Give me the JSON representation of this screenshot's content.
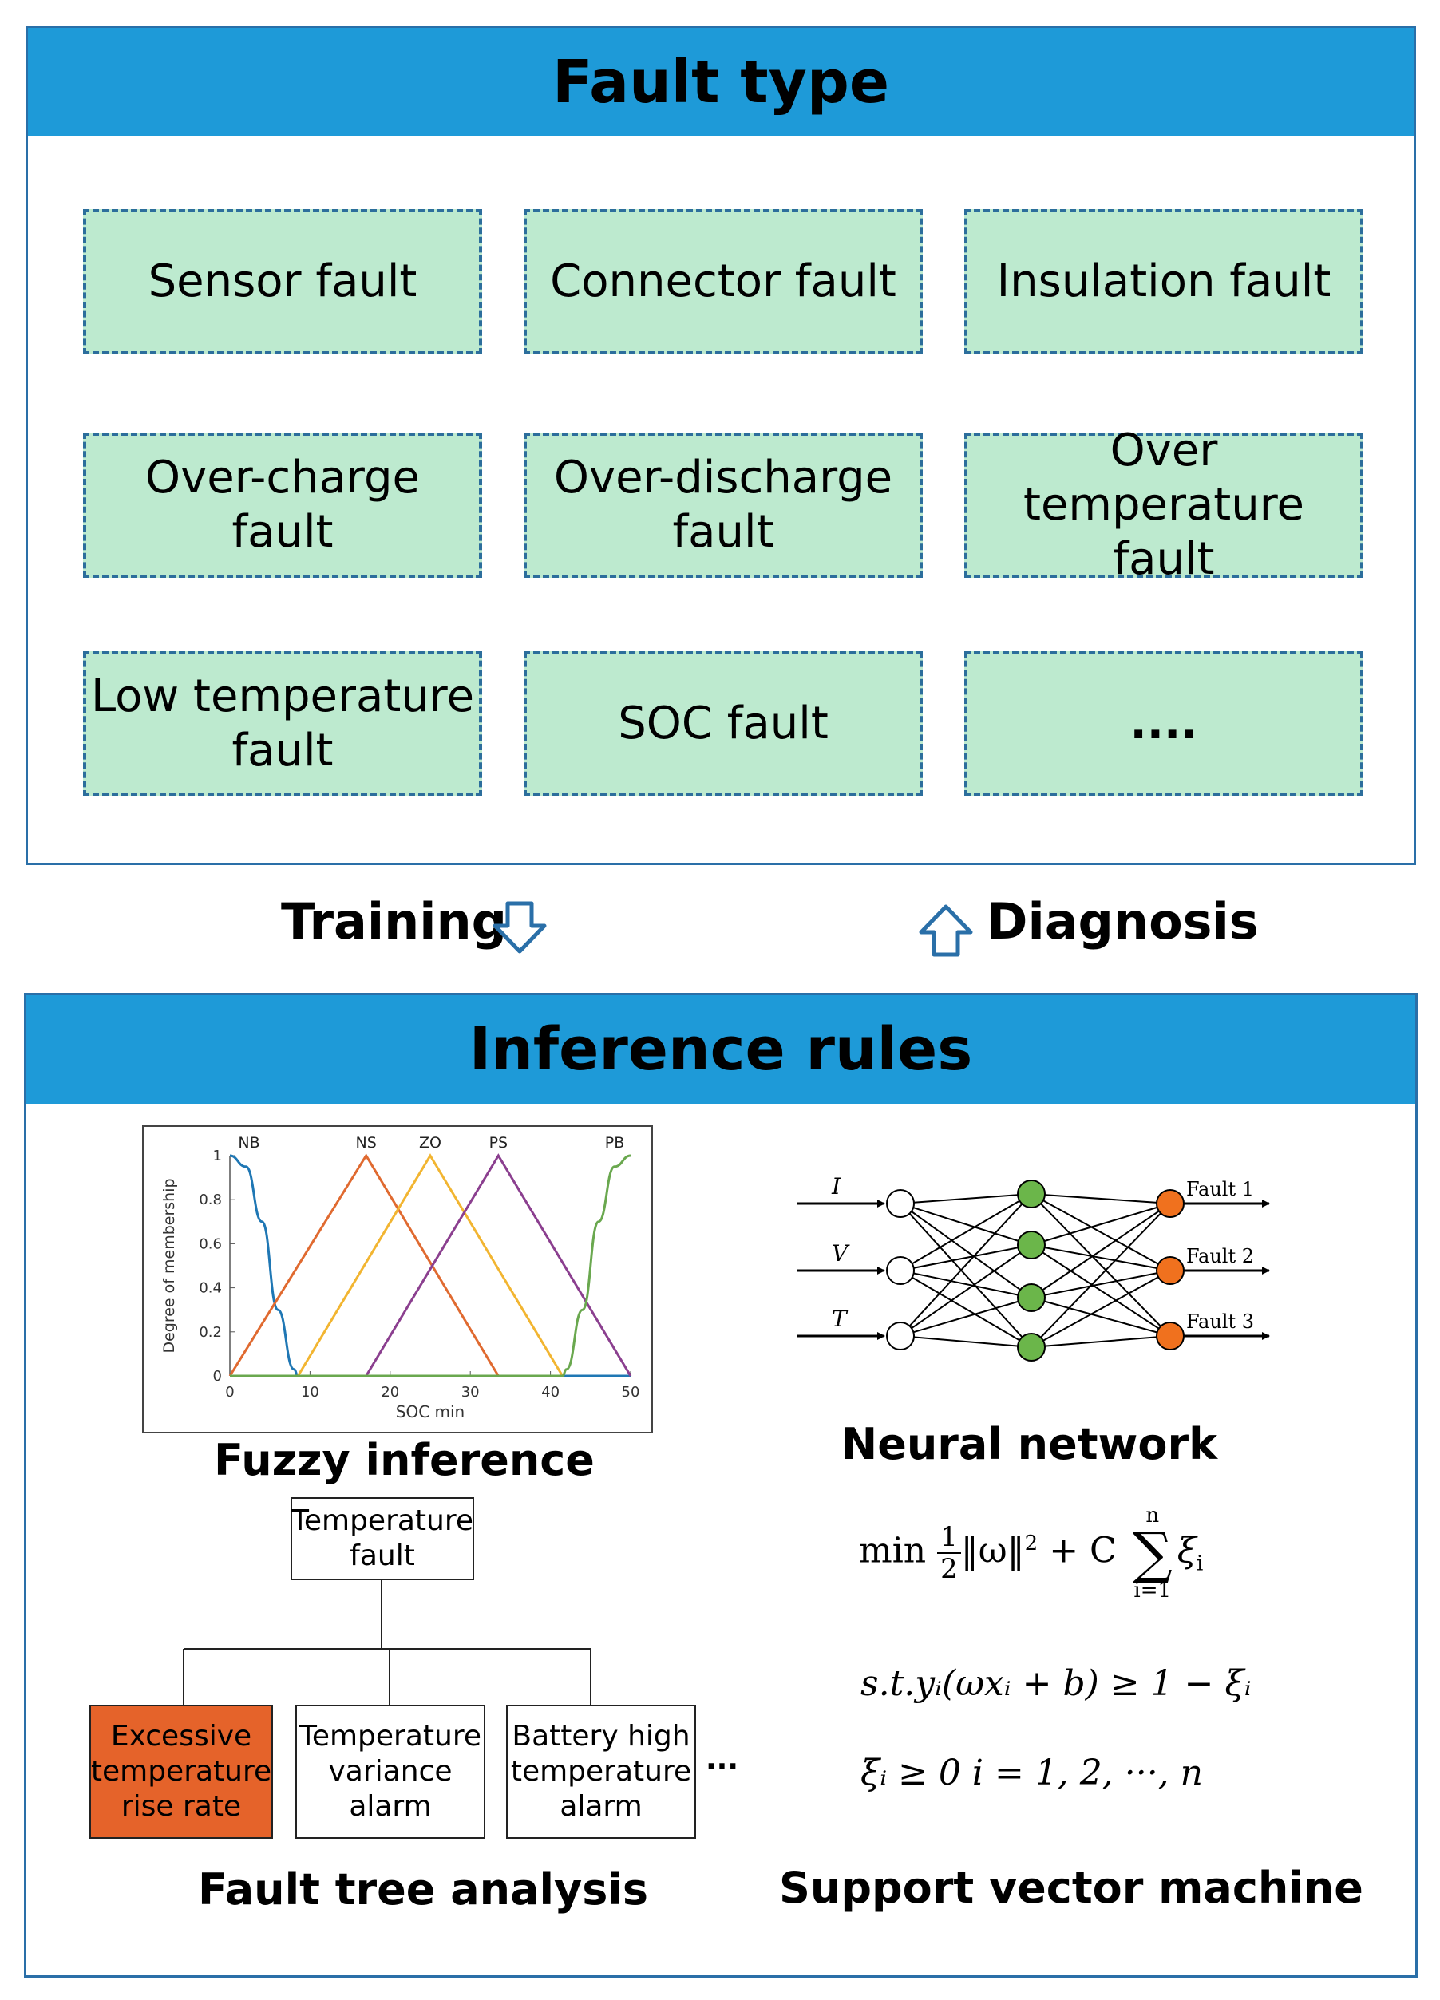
{
  "fault_type_panel": {
    "title": "Fault type",
    "boxes": [
      "Sensor fault",
      "Connector fault",
      "Insulation fault",
      "Over-charge\nfault",
      "Over-discharge\nfault",
      "Over temperature\nfault",
      "Low temperature\nfault",
      "SOC fault",
      "...."
    ]
  },
  "flow": {
    "training": "Training",
    "diagnosis": "Diagnosis"
  },
  "inference_panel": {
    "title": "Inference rules",
    "fuzzy": {
      "caption": "Fuzzy inference",
      "chart_data": {
        "type": "line",
        "xlabel": "SOC min",
        "ylabel": "Degree of membership",
        "xlim": [
          0,
          50
        ],
        "ylim": [
          0,
          1
        ],
        "xticks": [
          "0",
          "10",
          "20",
          "30",
          "40",
          "50"
        ],
        "yticks": [
          "0",
          "0.2",
          "0.4",
          "0.6",
          "0.8",
          "1"
        ],
        "series": [
          {
            "name": "NB",
            "shape": "z-curve",
            "color": "#1f77b4",
            "x": [
              0,
              2,
              4,
              6,
              8,
              8.5,
              50
            ],
            "y": [
              1,
              0.95,
              0.7,
              0.3,
              0.03,
              0,
              0
            ]
          },
          {
            "name": "NS",
            "shape": "triangle",
            "color": "#e06a30",
            "x": [
              0,
              17,
              33.5
            ],
            "y": [
              0,
              1,
              0
            ]
          },
          {
            "name": "ZO",
            "shape": "triangle",
            "color": "#f2b531",
            "x": [
              8.5,
              25,
              41.5
            ],
            "y": [
              0,
              1,
              0
            ]
          },
          {
            "name": "PS",
            "shape": "triangle",
            "color": "#8b3f8f",
            "x": [
              17,
              33.5,
              50
            ],
            "y": [
              0,
              1,
              0
            ]
          },
          {
            "name": "PB",
            "shape": "s-curve",
            "color": "#6aa84f",
            "x": [
              0,
              41.5,
              42,
              44,
              46,
              48,
              50
            ],
            "y": [
              0,
              0,
              0.03,
              0.3,
              0.7,
              0.95,
              1
            ]
          }
        ]
      }
    },
    "neural": {
      "caption": "Neural network",
      "inputs": [
        "I",
        "V",
        "T"
      ],
      "outputs": [
        "Fault 1",
        "Fault 2",
        "Fault 3"
      ],
      "input_color": "#ffffff",
      "hidden_color": "#6bb64a",
      "output_color": "#f0711e"
    },
    "fault_tree": {
      "caption": "Fault tree analysis",
      "root": "Temperature\nfault",
      "children": [
        "Excessive\ntemperature\nrise rate",
        "Temperature\nvariance\nalarm",
        "Battery  high\ntemperature\nalarm"
      ],
      "ellipsis": "...",
      "highlight_color": "#e5632a"
    },
    "svm": {
      "caption": "Support vector machine",
      "eq1": {
        "min": "min",
        "num": "1",
        "den": "2",
        "norm": "‖ω‖",
        "sq": "2",
        "plus": " + C",
        "sum_top": "n",
        "sum_sym": "∑",
        "sum_bot": "i=1",
        "xi": "ξ",
        "sub_i": "i"
      },
      "eq2": "s.t.yᵢ(ωxᵢ + b) ≥ 1 − ξᵢ",
      "eq3": "ξᵢ ≥ 0  i = 1, 2, ···, n"
    }
  }
}
